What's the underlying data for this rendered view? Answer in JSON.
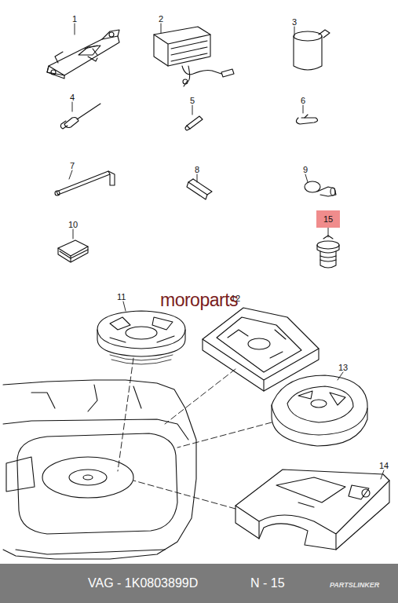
{
  "diagram": {
    "nodes": [
      {
        "text": [
          "15"
        ]
      }
    ],
    "labels": [
      "1",
      "2",
      "3",
      "4",
      "5",
      "6",
      "7",
      "8",
      "9",
      "10",
      "11",
      "12",
      "13",
      "14",
      "moroparts",
      "VAG - 1K0803899D",
      "N - 15",
      "PARTSLINKER"
    ]
  }
}
